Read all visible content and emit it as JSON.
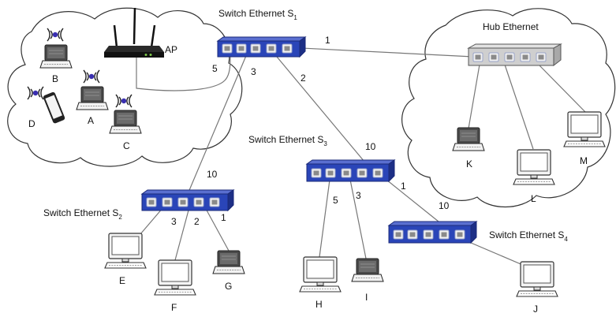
{
  "switches": {
    "s1": {
      "label": "Switch Ethernet S",
      "sub": "1"
    },
    "s2": {
      "label": "Switch Ethernet S",
      "sub": "2"
    },
    "s3": {
      "label": "Switch Ethernet S",
      "sub": "3"
    },
    "s4": {
      "label": "Switch Ethernet S",
      "sub": "4"
    }
  },
  "hub": {
    "label": "Hub Ethernet"
  },
  "ap": {
    "label": "AP"
  },
  "nodes": {
    "A": "A",
    "B": "B",
    "C": "C",
    "D": "D",
    "E": "E",
    "F": "F",
    "G": "G",
    "H": "H",
    "I": "I",
    "J": "J",
    "K": "K",
    "L": "L",
    "M": "M"
  },
  "ports": {
    "s1_hub": "1",
    "s1_s3": "2",
    "s1_s2": "3",
    "s1_ap": "5",
    "s2_up": "10",
    "s2_e": "3",
    "s2_f": "2",
    "s2_g": "1",
    "s3_up": "10",
    "s3_h": "5",
    "s3_i": "3",
    "s3_s4": "1",
    "s4_up": "10"
  },
  "colors": {
    "switch_front": "#2a45b8",
    "switch_top": "#5a6fd0",
    "switch_side": "#1d2f86",
    "hub": "#c8c8c8",
    "link": "#777777"
  }
}
